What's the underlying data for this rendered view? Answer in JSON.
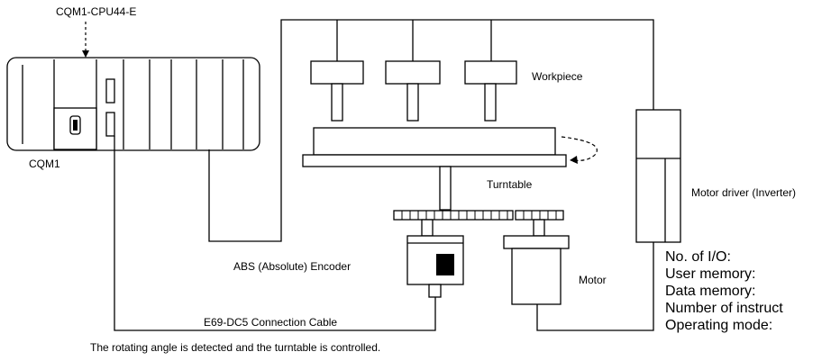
{
  "labels": {
    "cpu_model": "CQM1-CPU44-E",
    "plc_name": "CQM1",
    "workpiece": "Workpiece",
    "motor_driver": "Motor driver (Inverter)",
    "turntable": "Turntable",
    "encoder": "ABS (Absolute) Encoder",
    "motor": "Motor",
    "cable": "E69-DC5 Connection Cable",
    "caption": "The rotating angle is detected and the turntable is controlled."
  },
  "specs": [
    {
      "label": "No. of I/O:"
    },
    {
      "label": "User memory:"
    },
    {
      "label": "Data memory:"
    },
    {
      "label": "Number of instruct"
    },
    {
      "label": "Operating mode:"
    }
  ]
}
